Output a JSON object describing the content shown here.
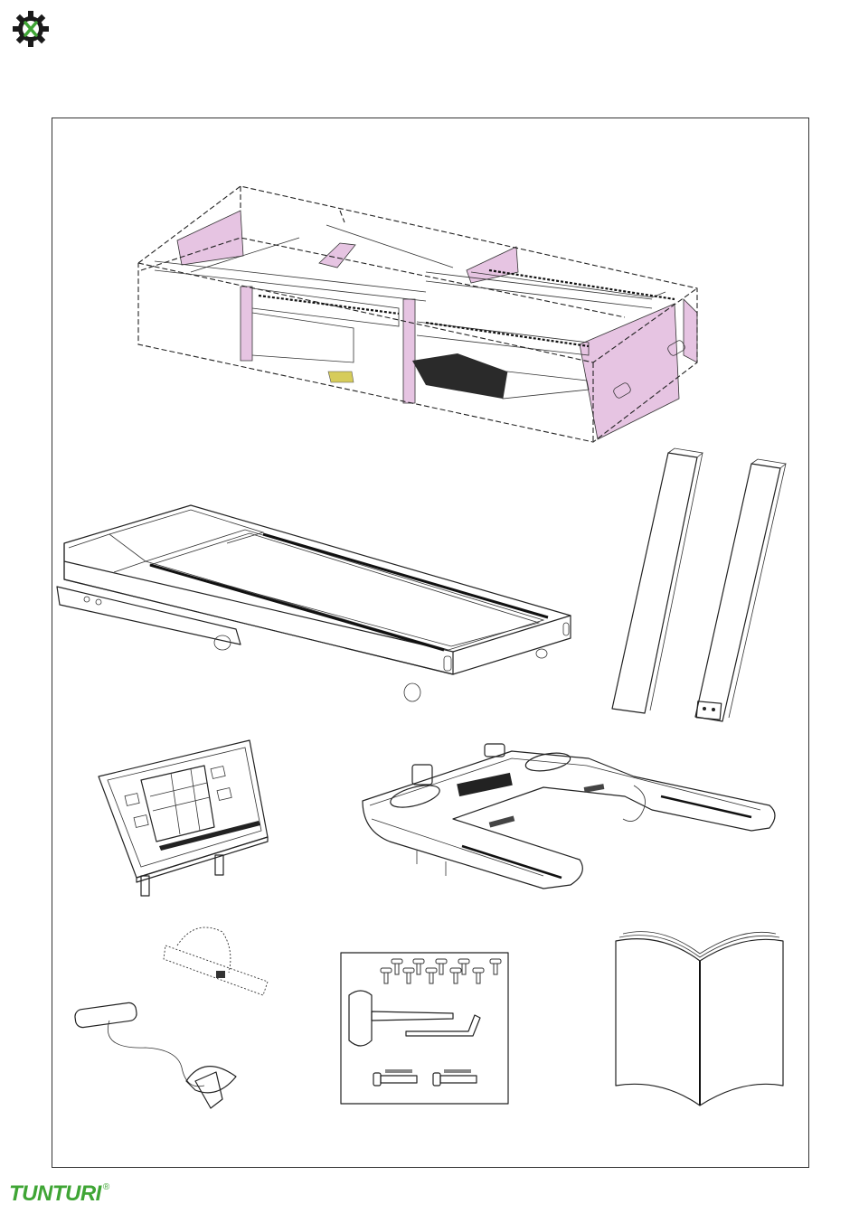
{
  "header": {
    "logo_icon": "gear-check-icon",
    "accent": "#3fa535"
  },
  "footer": {
    "brand": "TUNTURI",
    "registered": "®",
    "brand_color": "#3fa535"
  },
  "colors": {
    "packaging_pink": "#e6c4e2",
    "box_outline": "#222222"
  },
  "parts": [
    {
      "name": "packing-box",
      "icon": "box-icon"
    },
    {
      "name": "treadmill-base",
      "icon": "treadmill-icon"
    },
    {
      "name": "upright-tubes",
      "icon": "tube-icon"
    },
    {
      "name": "console",
      "icon": "console-icon"
    },
    {
      "name": "handlebar-frame",
      "icon": "handlebar-icon"
    },
    {
      "name": "safety-key",
      "icon": "safety-key-icon"
    },
    {
      "name": "hardware-kit",
      "icon": "hardware-icon"
    },
    {
      "name": "manual",
      "icon": "book-icon"
    }
  ]
}
